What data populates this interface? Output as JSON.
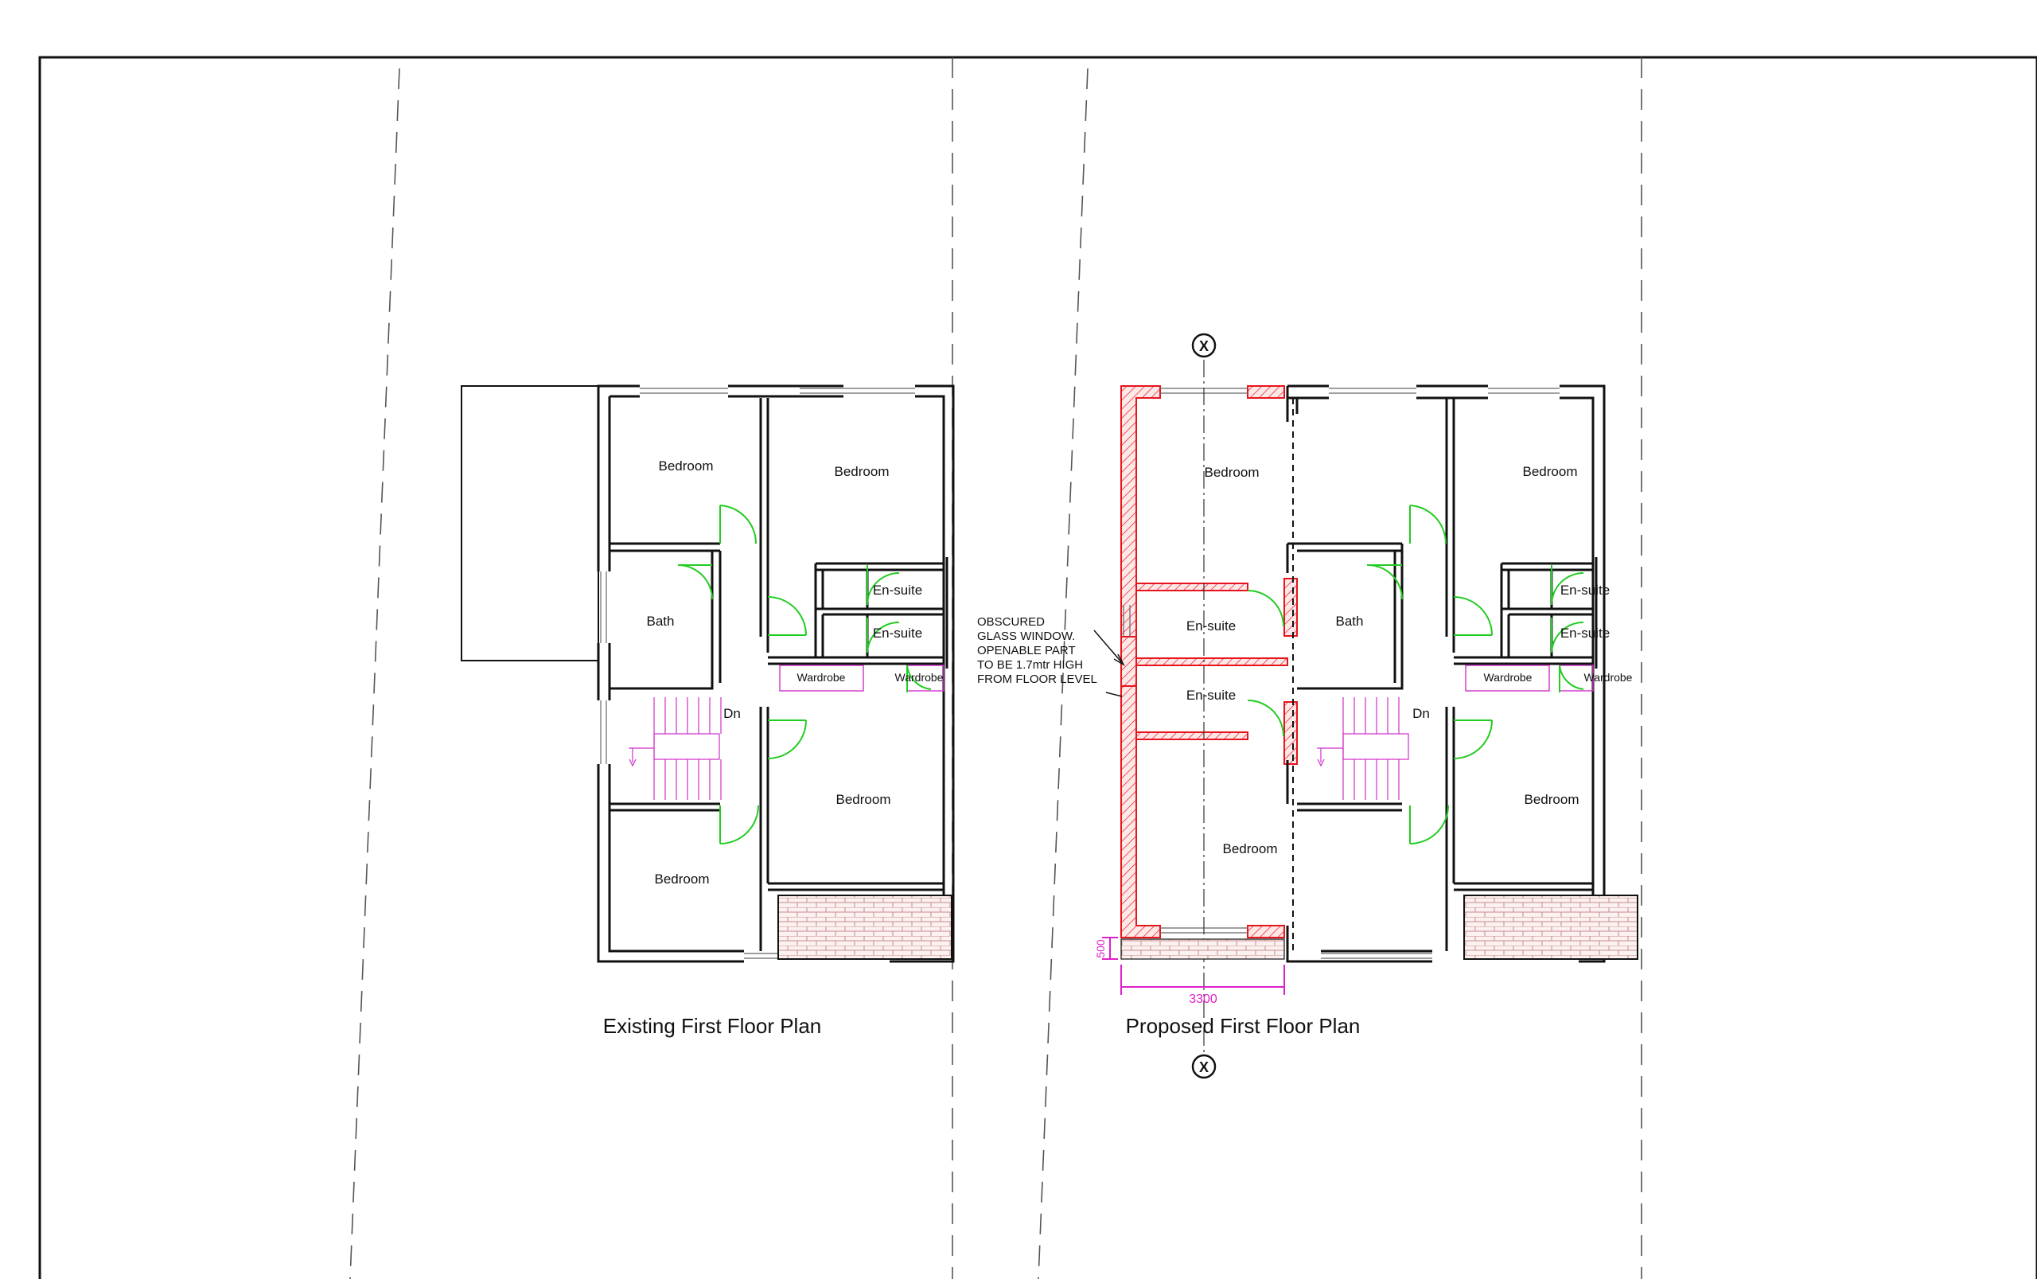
{
  "titles": {
    "existing": "Existing First Floor Plan",
    "proposed": "Proposed First Floor Plan"
  },
  "existing_rooms": {
    "bedroom_top_left": "Bedroom",
    "bedroom_top_right": "Bedroom",
    "bath": "Bath",
    "ensuite_1": "En-suite",
    "ensuite_2": "En-suite",
    "wardrobe_1": "Wardrobe",
    "wardrobe_2": "Wardrobe",
    "stair_dn": "Dn",
    "bedroom_mid_right": "Bedroom",
    "bedroom_bottom_left": "Bedroom"
  },
  "proposed_extension_rooms": {
    "bedroom_top": "Bedroom",
    "ensuite_1": "En-suite",
    "ensuite_2": "En-suite",
    "bedroom_bottom": "Bedroom"
  },
  "proposed_rooms": {
    "bath": "Bath",
    "stair_dn": "Dn",
    "bedroom_top_right": "Bedroom",
    "ensuite_1": "En-suite",
    "ensuite_2": "En-suite",
    "wardrobe_1": "Wardrobe",
    "wardrobe_2": "Wardrobe",
    "bedroom_mid_right": "Bedroom"
  },
  "annotation": {
    "line1": "OBSCURED",
    "line2": "GLASS WINDOW.",
    "line3": "OPENABLE PART",
    "line4": "TO BE 1.7mtr HIGH",
    "line5": "FROM FLOOR LEVEL"
  },
  "dimensions": {
    "width": "3300",
    "depth": "500"
  },
  "section_marker": "X",
  "colors": {
    "wall": "#111111",
    "new_wall": "#e8141c",
    "door_swing": "#22cc22",
    "dimension": "#e020c8",
    "hatch": "#c88a8a"
  }
}
